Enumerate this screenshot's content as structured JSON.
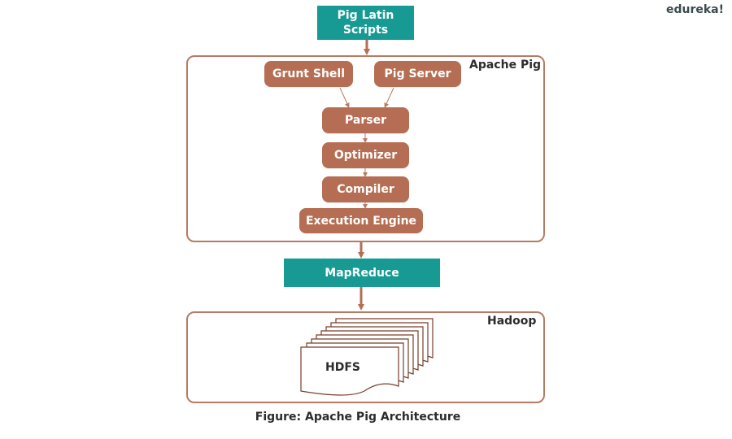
{
  "brand": "edureka!",
  "nodes": {
    "pig_latin_scripts": "Pig Latin\nScripts",
    "apache_pig": "Apache Pig",
    "grunt_shell": "Grunt Shell",
    "pig_server": "Pig Server",
    "parser": "Parser",
    "optimizer": "Optimizer",
    "compiler": "Compiler",
    "execution_engine": "Execution Engine",
    "mapreduce": "MapReduce",
    "hadoop": "Hadoop",
    "hdfs": "HDFS"
  },
  "caption": "Figure: Apache Pig Architecture",
  "colors": {
    "teal": "#179a93",
    "brown": "#b56e53",
    "border": "#b87a62"
  }
}
